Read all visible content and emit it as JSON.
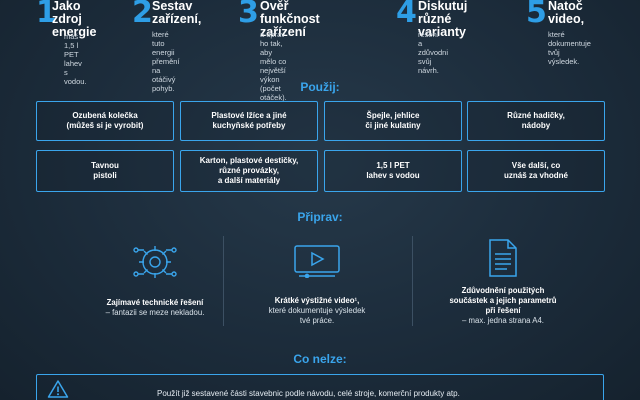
{
  "steps": [
    {
      "num": "1",
      "title": "Jako zdroj\nenergie",
      "desc": "máš 1,5 l PET\nlahev\ns vodou."
    },
    {
      "num": "2",
      "title": "Sestav\nzařízení,",
      "desc": "které tuto energii\npřemění\nna otáčivý pohyb."
    },
    {
      "num": "3",
      "title": "Ověř\nfunkčnost zařízení",
      "desc": "a uprav ho tak,\naby mělo co největší výkon\n(počet otáček)."
    },
    {
      "num": "4",
      "title": "Diskutuj\nrůzné varianty",
      "desc": "řešení\na zdůvodni\nsvůj návrh."
    },
    {
      "num": "5",
      "title": "Natoč\nvideo,",
      "desc": "které\ndokumentuje\ntvůj výsledek."
    }
  ],
  "use": {
    "title": "Použij:",
    "items": [
      "Ozubená kolečka\n(můžeš si je vyrobit)",
      "Plastové lžíce a jiné\nkuchyňské potřeby",
      "Špejle, jehlice\nči jiné kulatiny",
      "Různé hadičky,\nnádoby",
      "Tavnou\npistoli",
      "Karton, plastové destičky,\nrůzné provázky,\na další materiály",
      "1,5 l PET\nlahev s vodou",
      "Vše další, co\nuznáš za vhodné"
    ]
  },
  "prepare": {
    "title": "Připrav:",
    "items": [
      {
        "icon": "brain-gear-icon",
        "bold": "Zajímavé technické řešení",
        "rest": "– fantazii se meze nekladou."
      },
      {
        "icon": "video-player-icon",
        "bold": "Krátké výstižné video¹,",
        "rest": "které dokumentuje výsledek\ntvé práce."
      },
      {
        "icon": "document-icon",
        "bold": "Zdůvodnění použitých\nsoučástek a jejich parametrů\npři řešení",
        "rest": "– max. jedna strana A4."
      }
    ]
  },
  "forbidden": {
    "title": "Co nelze:",
    "text": "Použít již sestavené části stavebnic podle návodu, celé stroje, komerční produkty atp."
  },
  "colors": {
    "accent": "#3aa5ec",
    "number": "#2e9ee6",
    "background": "#1c2c3b"
  }
}
